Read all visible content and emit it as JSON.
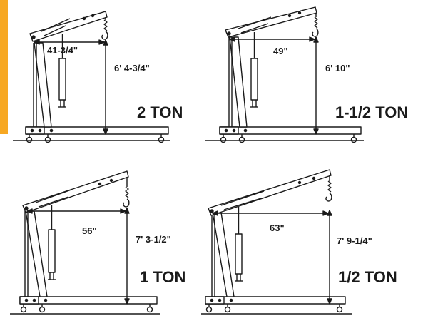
{
  "colors": {
    "accent": "#f7a823",
    "line": "#1a1a1a",
    "background": "#ffffff"
  },
  "cranes": [
    {
      "capacity": "2 TON",
      "reach": "41-3/4\"",
      "height": "6' 4-3/4\""
    },
    {
      "capacity": "1-1/2 TON",
      "reach": "49\"",
      "height": "6' 10\""
    },
    {
      "capacity": "1 TON",
      "reach": "56\"",
      "height": "7' 3-1/2\""
    },
    {
      "capacity": "1/2 TON",
      "reach": "63\"",
      "height": "7' 9-1/4\""
    }
  ]
}
